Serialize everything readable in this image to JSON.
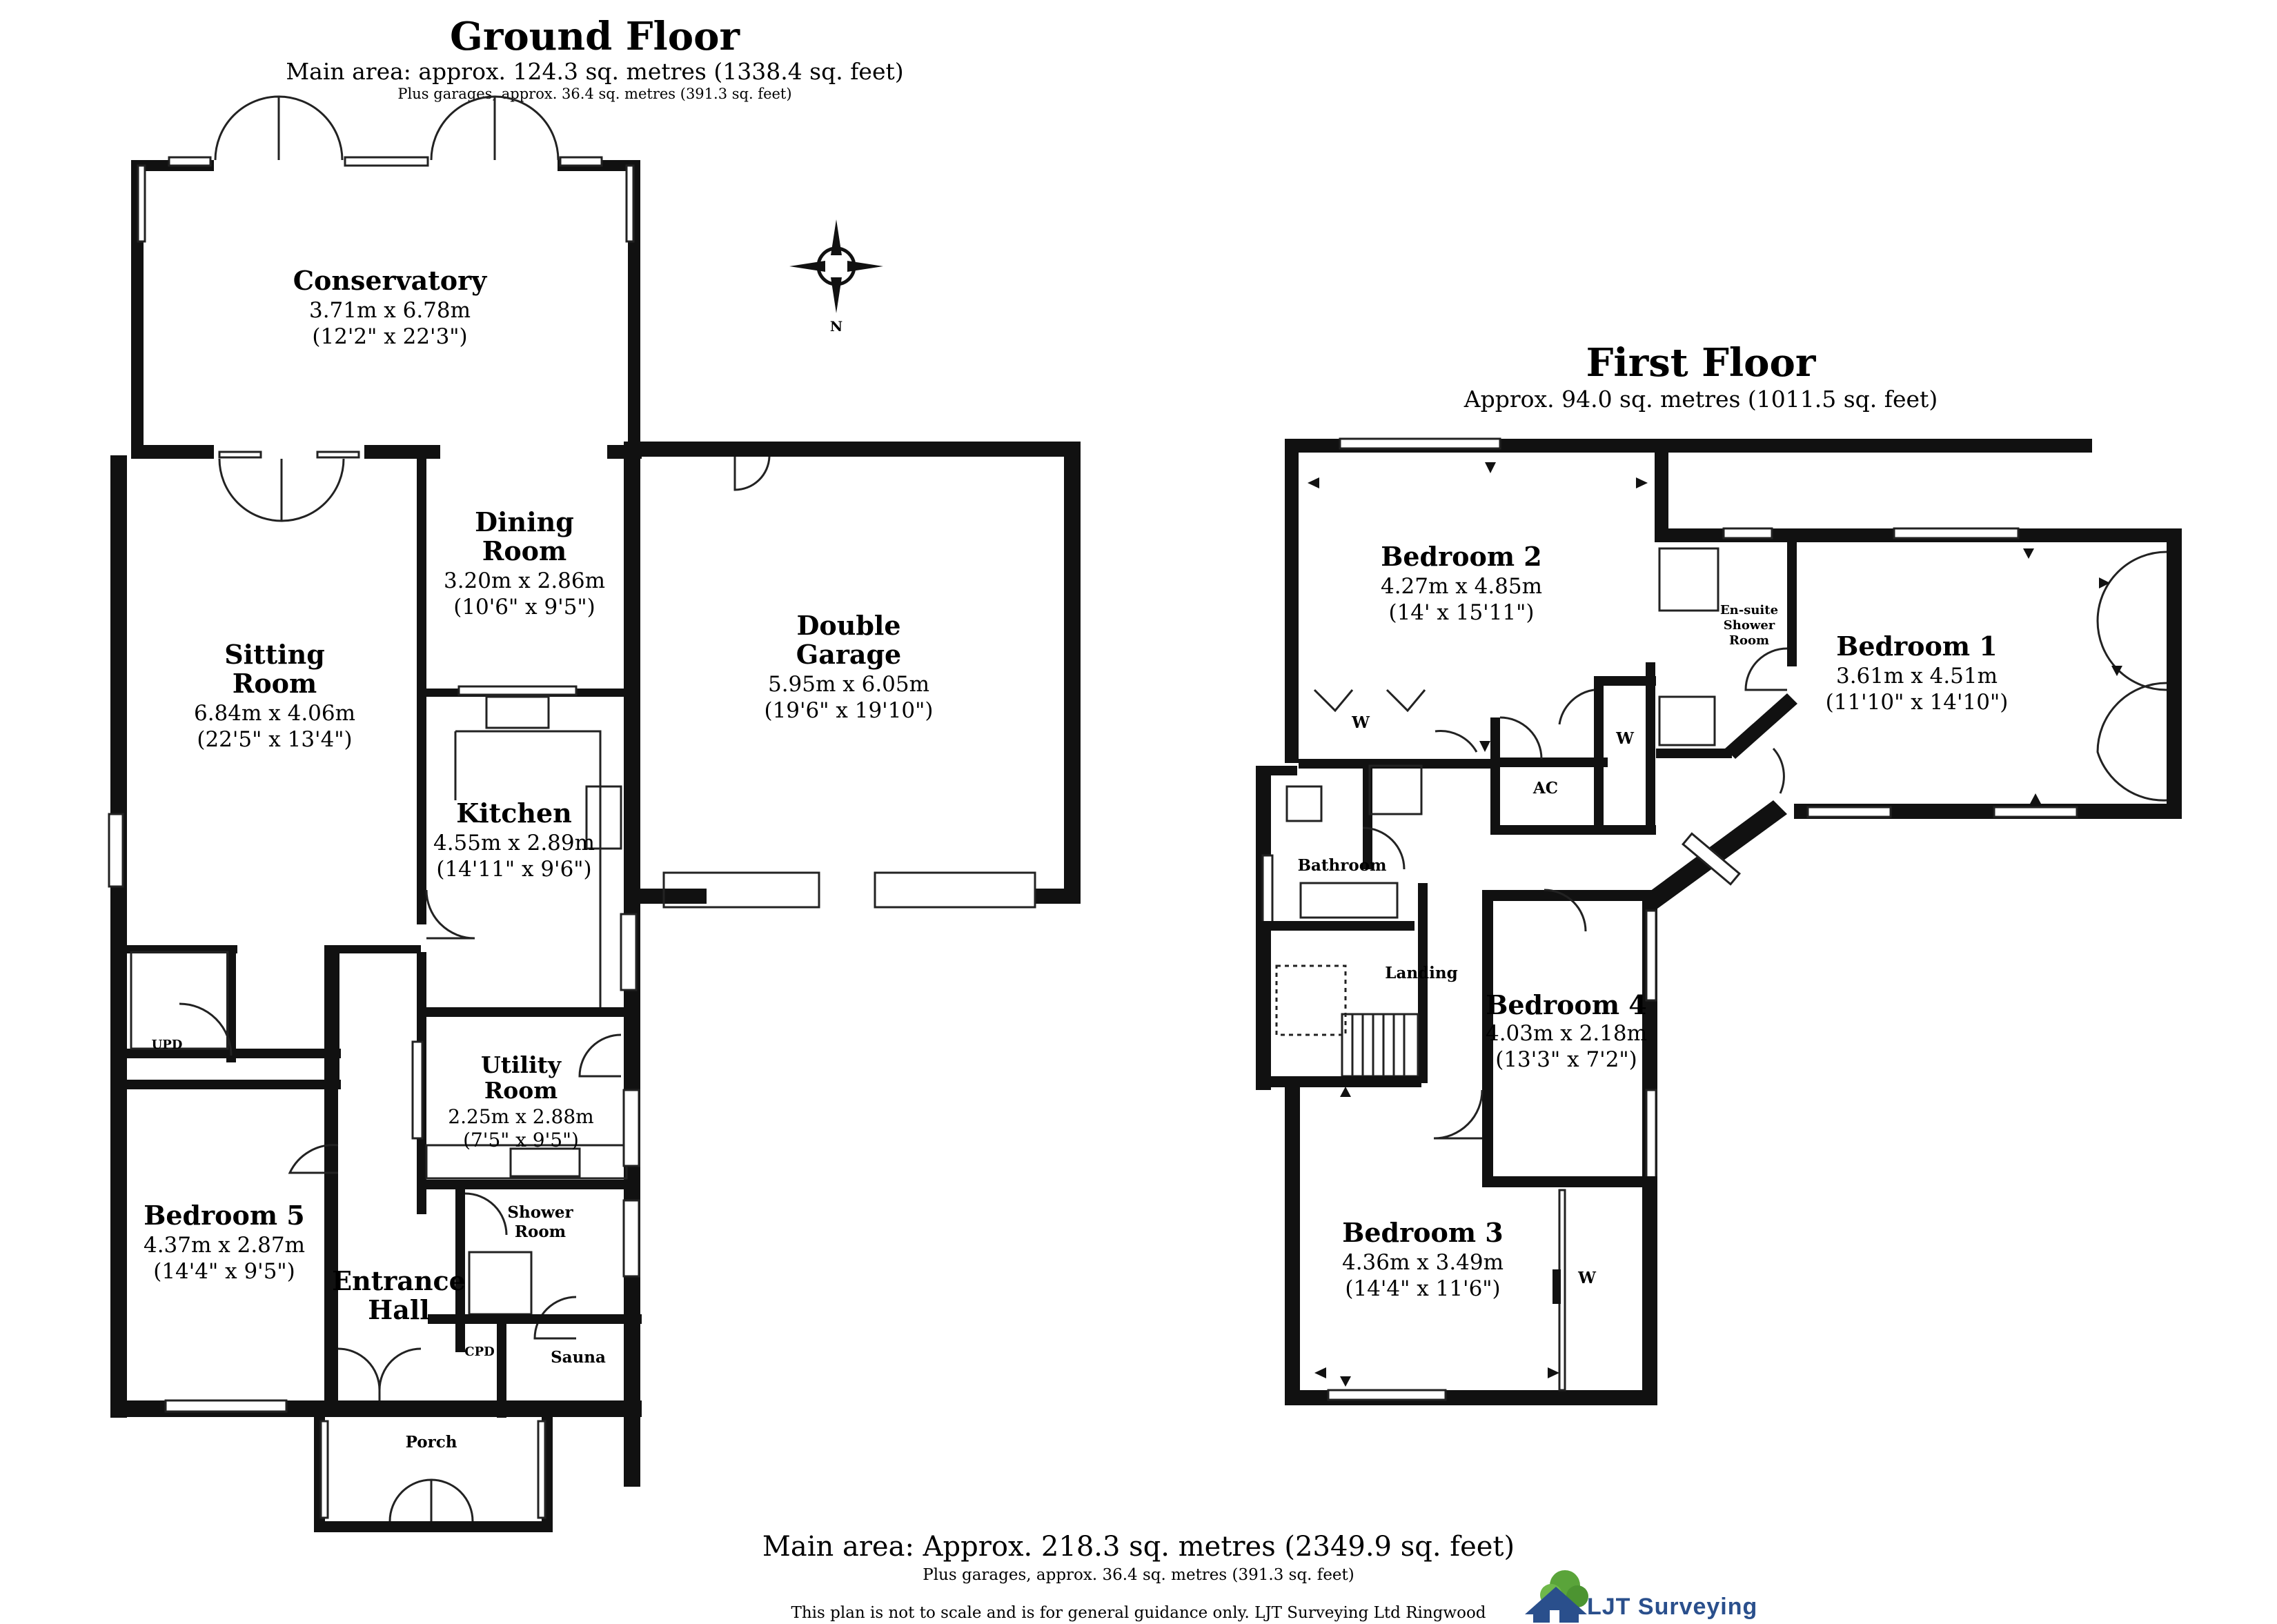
{
  "ground_floor": {
    "title": "Ground Floor",
    "main_area": "Main area: approx. 124.3 sq. metres (1338.4 sq. feet)",
    "garages": "Plus garages, approx. 36.4 sq. metres (391.3 sq. feet)",
    "rooms": {
      "conservatory": {
        "name": "Conservatory",
        "dim_m": "3.71m x 6.78m",
        "dim_ft": "(12'2\" x 22'3\")"
      },
      "dining_room": {
        "name1": "Dining",
        "name2": "Room",
        "dim_m": "3.20m x 2.86m",
        "dim_ft": "(10'6\" x 9'5\")"
      },
      "sitting_room": {
        "name1": "Sitting",
        "name2": "Room",
        "dim_m": "6.84m x 4.06m",
        "dim_ft": "(22'5\" x 13'4\")"
      },
      "double_garage": {
        "name1": "Double",
        "name2": "Garage",
        "dim_m": "5.95m x 6.05m",
        "dim_ft": "(19'6\" x 19'10\")"
      },
      "kitchen": {
        "name": "Kitchen",
        "dim_m": "4.55m x 2.89m",
        "dim_ft": "(14'11\" x 9'6\")"
      },
      "utility_room": {
        "name1": "Utility",
        "name2": "Room",
        "dim_m": "2.25m x 2.88m",
        "dim_ft": "(7'5\" x 9'5\")"
      },
      "bedroom_5": {
        "name": "Bedroom 5",
        "dim_m": "4.37m x 2.87m",
        "dim_ft": "(14'4\" x 9'5\")"
      },
      "entrance_hall": {
        "name1": "Entrance",
        "name2": "Hall"
      },
      "shower_room": {
        "name1": "Shower",
        "name2": "Room"
      },
      "sauna": {
        "name": "Sauna"
      },
      "porch": {
        "name": "Porch"
      },
      "cpd": {
        "name": "CPD"
      },
      "upd": {
        "name": "UPD"
      }
    }
  },
  "compass": {
    "label": "N"
  },
  "first_floor": {
    "title": "First Floor",
    "area": "Approx. 94.0 sq. metres (1011.5 sq. feet)",
    "rooms": {
      "bedroom_2": {
        "name": "Bedroom 2",
        "dim_m": "4.27m x 4.85m",
        "dim_ft": "(14' x 15'11\")"
      },
      "bedroom_1": {
        "name": "Bedroom 1",
        "dim_m": "3.61m x 4.51m",
        "dim_ft": "(11'10\" x 14'10\")"
      },
      "ensuite": {
        "name1": "En-suite",
        "name2": "Shower",
        "name3": "Room"
      },
      "bathroom": {
        "name": "Bathroom"
      },
      "landing": {
        "name": "Landing"
      },
      "ac": {
        "name": "AC"
      },
      "bedroom_4": {
        "name": "Bedroom 4",
        "dim_m": "4.03m x 2.18m",
        "dim_ft": "(13'3\" x 7'2\")"
      },
      "bedroom_3": {
        "name": "Bedroom 3",
        "dim_m": "4.36m x 3.49m",
        "dim_ft": "(14'4\" x 11'6\")"
      },
      "wardrobe": {
        "name": "W"
      }
    }
  },
  "footer": {
    "main_area": "Main area: Approx. 218.3 sq. metres (2349.9 sq. feet)",
    "garages": "Plus garages, approx. 36.4 sq. metres (391.3 sq. feet)",
    "disclaimer": "This plan is not to scale and is for general guidance only. LJT Surveying Ltd Ringwood"
  },
  "logo": {
    "text": "LJT Surveying",
    "color": "#2a4f8c",
    "leaf_color": "#5aa43a"
  }
}
